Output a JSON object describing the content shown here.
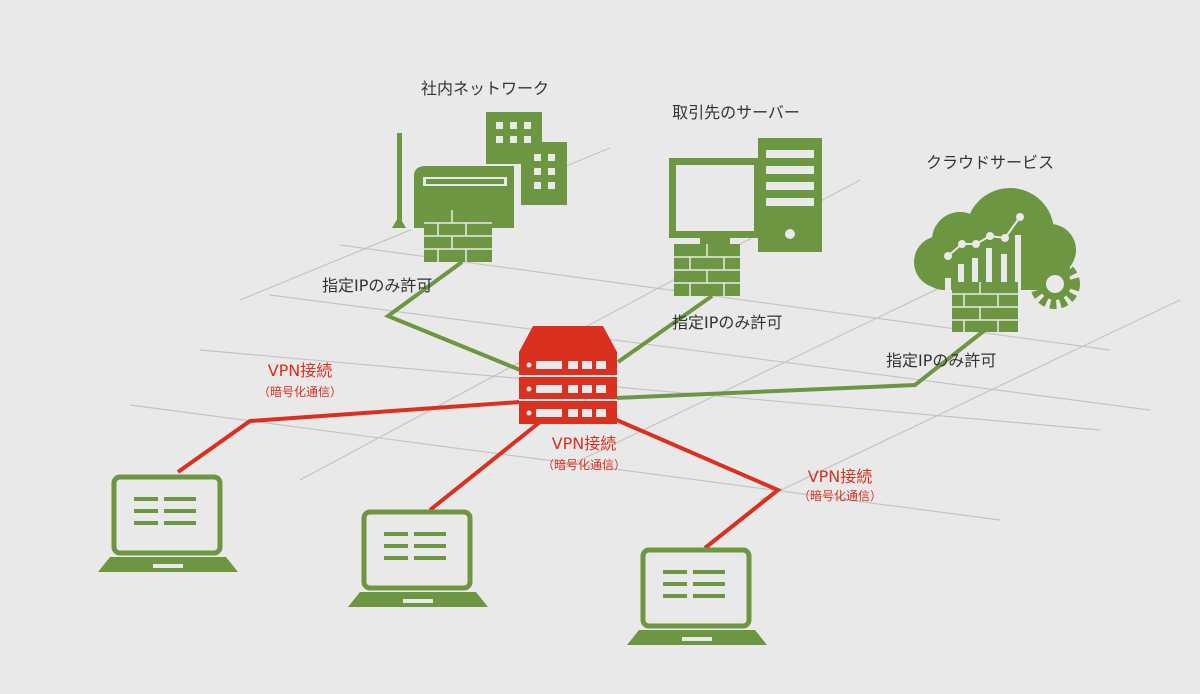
{
  "nodes": {
    "internal_network": "社内ネットワーク",
    "partner_server": "取引先のサーバー",
    "cloud_service": "クラウドサービス"
  },
  "allow_labels": [
    "指定IPのみ許可",
    "指定IPのみ許可",
    "指定IPのみ許可"
  ],
  "vpn_labels": [
    {
      "title": "VPN接続",
      "sub": "（暗号化通信）"
    },
    {
      "title": "VPN接続",
      "sub": "（暗号化通信）"
    },
    {
      "title": "VPN接続",
      "sub": "（暗号化通信）"
    }
  ],
  "colors": {
    "green": "#6c9641",
    "red": "#d9301f",
    "background": "#e9e9e9"
  }
}
